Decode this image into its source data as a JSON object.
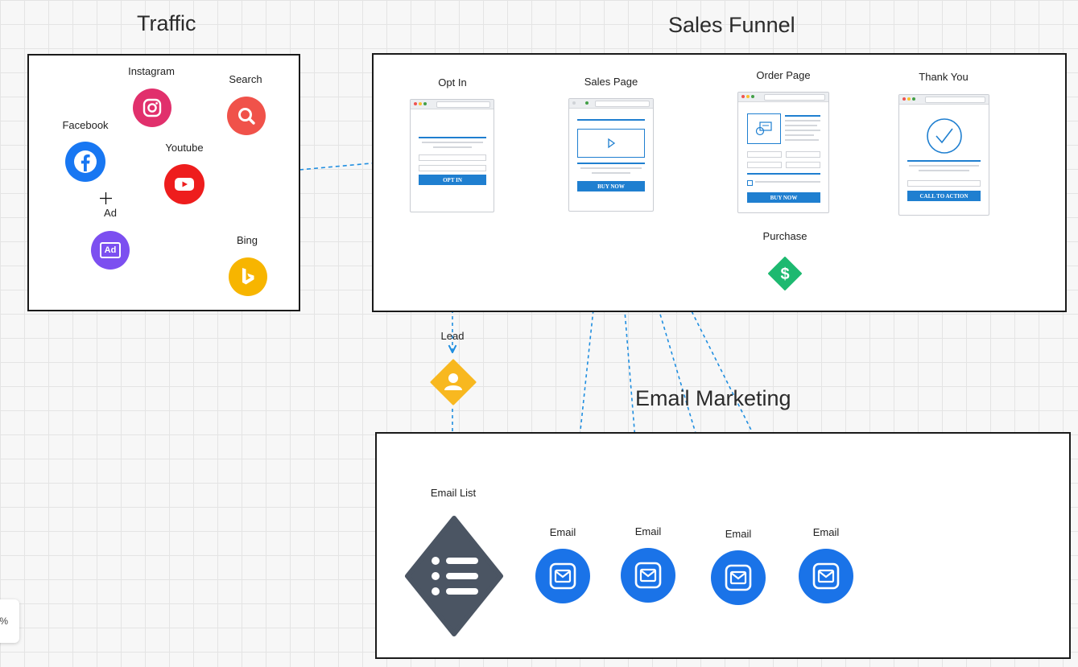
{
  "headings": {
    "traffic": "Traffic",
    "sales_funnel": "Sales Funnel",
    "email_marketing": "Email Marketing"
  },
  "traffic": {
    "instagram": "Instagram",
    "search": "Search",
    "facebook": "Facebook",
    "youtube": "Youtube",
    "ad": "Ad",
    "ad_icon_text": "Ad",
    "bing": "Bing"
  },
  "funnel": {
    "opt_in": {
      "label": "Opt In",
      "button": "OPT IN"
    },
    "sales_page": {
      "label": "Sales Page",
      "button": "BUY NOW"
    },
    "order_page": {
      "label": "Order Page",
      "button": "BUY NOW"
    },
    "thank_you": {
      "label": "Thank You",
      "button": "CALL TO ACTION"
    },
    "purchase": "Purchase"
  },
  "email": {
    "lead": "Lead",
    "email_list": "Email List",
    "emails": [
      "Email",
      "Email",
      "Email",
      "Email"
    ]
  },
  "zoom": "%",
  "colors": {
    "accent": "#1f7fd0",
    "instagram": "#e1306c",
    "search": "#f0524a",
    "facebook": "#1877f2",
    "youtube": "#ee1d1d",
    "ad": "#7c4ff0",
    "bing": "#f7b500",
    "purchase": "#1db970",
    "lead": "#f8b820",
    "list": "#4b5563",
    "email": "#1a73e8"
  }
}
